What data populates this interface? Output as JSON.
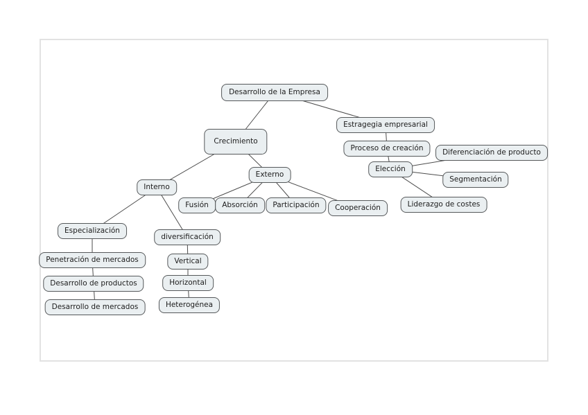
{
  "window": {
    "background": "#ffffff",
    "canvas_border_color": "#e2e2e2"
  },
  "diagram": {
    "type": "concept-map",
    "root_concept": "Desarrollo de la Empresa",
    "style": {
      "node_fill": "#eaeff1",
      "node_border": "#55585a",
      "edge_color": "#4b4b4b",
      "text_color": "#1c1c1c"
    },
    "nodes": {
      "desarrollo": {
        "label": "Desarrollo de la Empresa"
      },
      "crecimiento": {
        "label": "Crecimiento"
      },
      "estrategia": {
        "label": "Estragegia empresarial"
      },
      "proceso": {
        "label": "Proceso de creación"
      },
      "eleccion": {
        "label": "Elección"
      },
      "diferenciacion": {
        "label": "Diferenciación de producto"
      },
      "segmentacion": {
        "label": "Segmentación"
      },
      "liderazgo": {
        "label": "Liderazgo de costes"
      },
      "interno": {
        "label": "Interno"
      },
      "externo": {
        "label": "Externo"
      },
      "fusion": {
        "label": "Fusión"
      },
      "absorcion": {
        "label": "Absorción"
      },
      "participacion": {
        "label": "Participación"
      },
      "cooperacion": {
        "label": "Cooperación"
      },
      "especializacion": {
        "label": "Especialización"
      },
      "diversificacion": {
        "label": "diversificación"
      },
      "penetracion": {
        "label": "Penetración de mercados"
      },
      "desarrollo_productos": {
        "label": "Desarrollo de productos"
      },
      "desarrollo_mercados": {
        "label": "Desarrollo de mercados"
      },
      "vertical": {
        "label": "Vertical"
      },
      "horizontal": {
        "label": "Horizontal"
      },
      "heterogenea": {
        "label": "Heterogénea"
      }
    },
    "edges": [
      {
        "from": "desarrollo",
        "to": "crecimiento"
      },
      {
        "from": "desarrollo",
        "to": "estrategia"
      },
      {
        "from": "crecimiento",
        "to": "interno"
      },
      {
        "from": "crecimiento",
        "to": "externo"
      },
      {
        "from": "estrategia",
        "to": "proceso"
      },
      {
        "from": "proceso",
        "to": "eleccion"
      },
      {
        "from": "eleccion",
        "to": "diferenciacion"
      },
      {
        "from": "eleccion",
        "to": "segmentacion"
      },
      {
        "from": "eleccion",
        "to": "liderazgo"
      },
      {
        "from": "interno",
        "to": "especializacion"
      },
      {
        "from": "interno",
        "to": "diversificacion"
      },
      {
        "from": "externo",
        "to": "fusion"
      },
      {
        "from": "externo",
        "to": "absorcion"
      },
      {
        "from": "externo",
        "to": "participacion"
      },
      {
        "from": "externo",
        "to": "cooperacion"
      },
      {
        "from": "especializacion",
        "to": "penetracion"
      },
      {
        "from": "penetracion",
        "to": "desarrollo_productos"
      },
      {
        "from": "desarrollo_productos",
        "to": "desarrollo_mercados"
      },
      {
        "from": "diversificacion",
        "to": "vertical"
      },
      {
        "from": "vertical",
        "to": "horizontal"
      },
      {
        "from": "horizontal",
        "to": "heterogenea"
      }
    ]
  }
}
